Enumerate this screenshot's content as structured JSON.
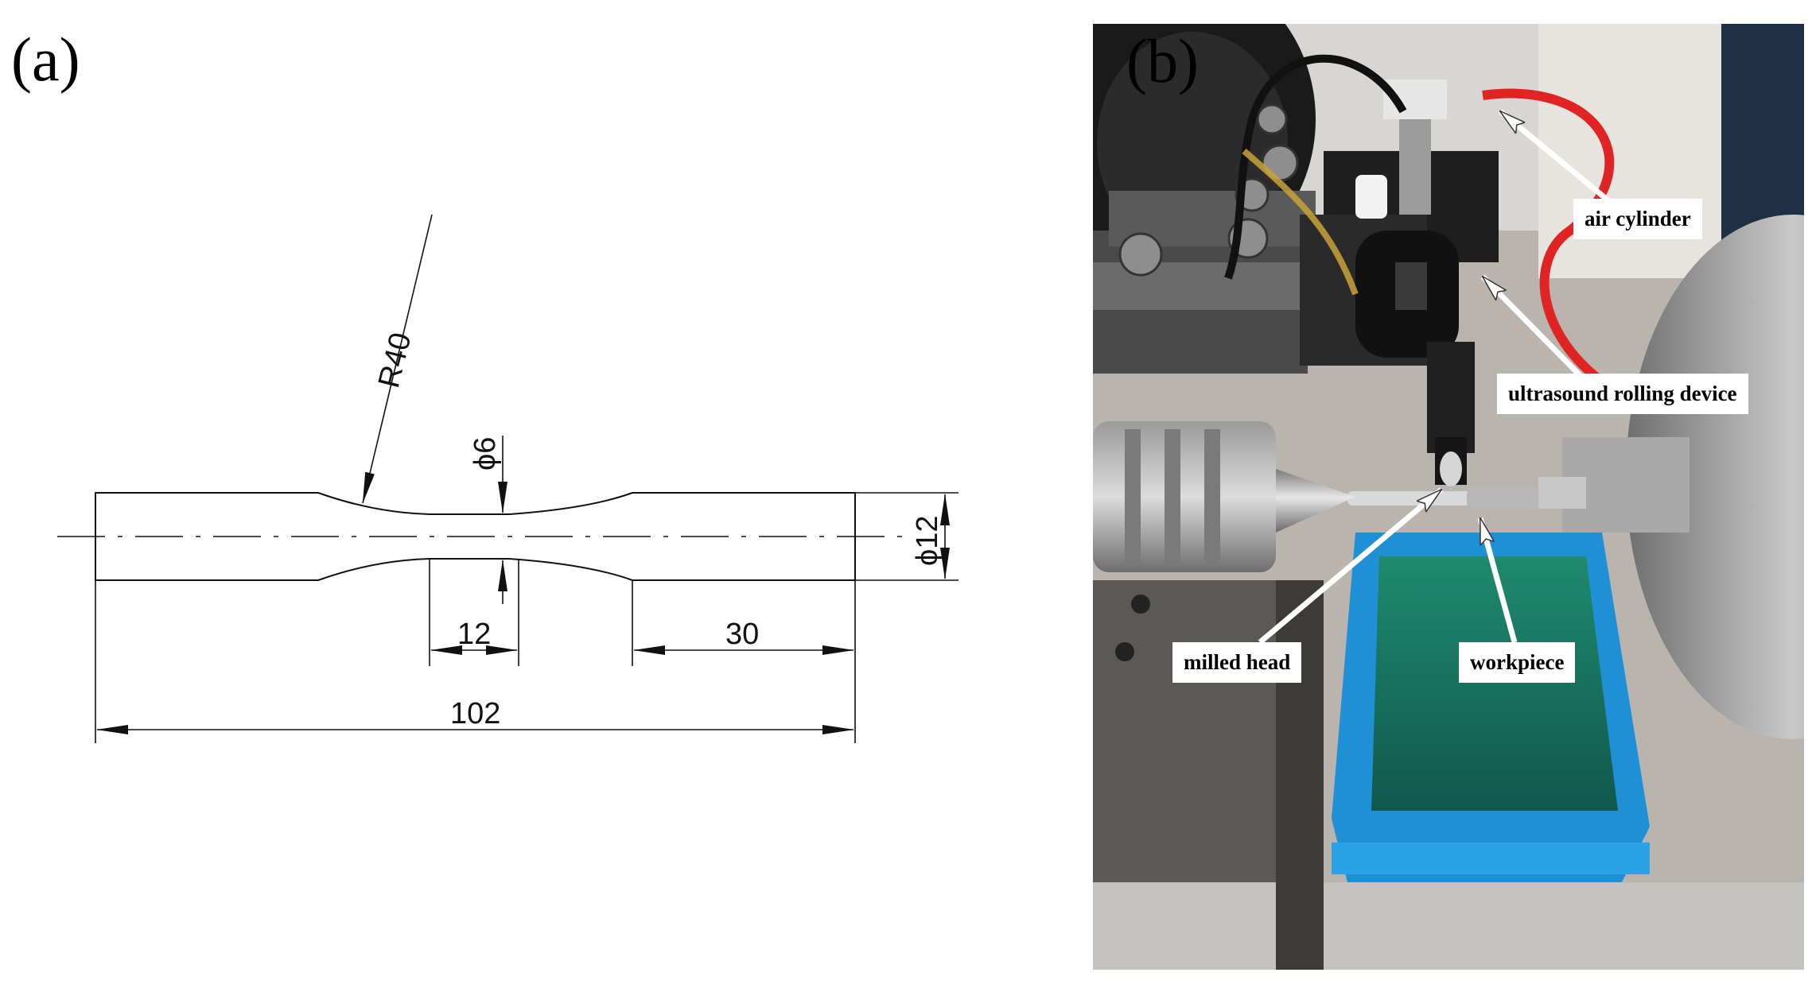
{
  "panel_a": {
    "label": "(a)",
    "dimensions": {
      "radius": "R40",
      "neck_diameter": "ϕ6",
      "grip_diameter": "ϕ12",
      "gauge_length": "12",
      "grip_length": "30",
      "total_length": "102"
    }
  },
  "panel_b": {
    "label": "(b)",
    "callouts": {
      "air_cylinder": "air cylinder",
      "ultrasound_rolling_device": "ultrasound rolling device",
      "milled_head": "milled head",
      "workpiece": "workpiece"
    }
  },
  "colors": {
    "line": "#111111",
    "tray": "#1f8fd6",
    "fluid": "#1a8f7f",
    "lathe_metal": "#8d8d8d",
    "air_hose": "#e02424"
  }
}
